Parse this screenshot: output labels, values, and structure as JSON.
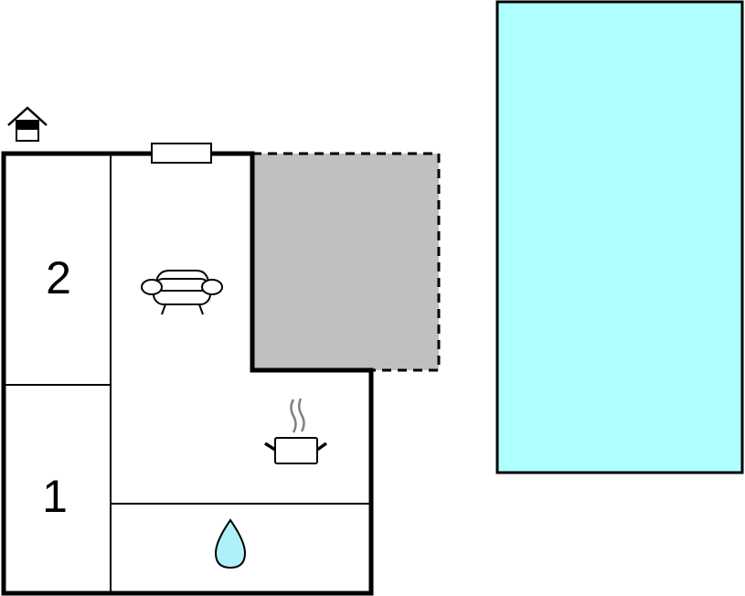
{
  "diagram": {
    "type": "floor-plan",
    "rooms": [
      {
        "id": "bedroom-2",
        "label": "2"
      },
      {
        "id": "bedroom-1",
        "label": "1"
      },
      {
        "id": "living-room",
        "label": "",
        "icon": "sofa-icon"
      },
      {
        "id": "kitchen",
        "label": "",
        "icon": "cooking-pot-icon"
      },
      {
        "id": "bathroom",
        "label": "",
        "icon": "water-drop-icon"
      },
      {
        "id": "terrace",
        "label": "",
        "style": "gray dashed"
      }
    ],
    "entrance_icon": "house-entrance-icon",
    "window": "top-wall-window",
    "pool": {
      "shape": "rectangle"
    }
  },
  "colors": {
    "wall": "#000000",
    "terrace_fill": "#c0c0c0",
    "pool_fill": "#b0ffff",
    "drop_fill": "#b0f0f8",
    "steam": "#808080",
    "background": "#ffffff"
  }
}
